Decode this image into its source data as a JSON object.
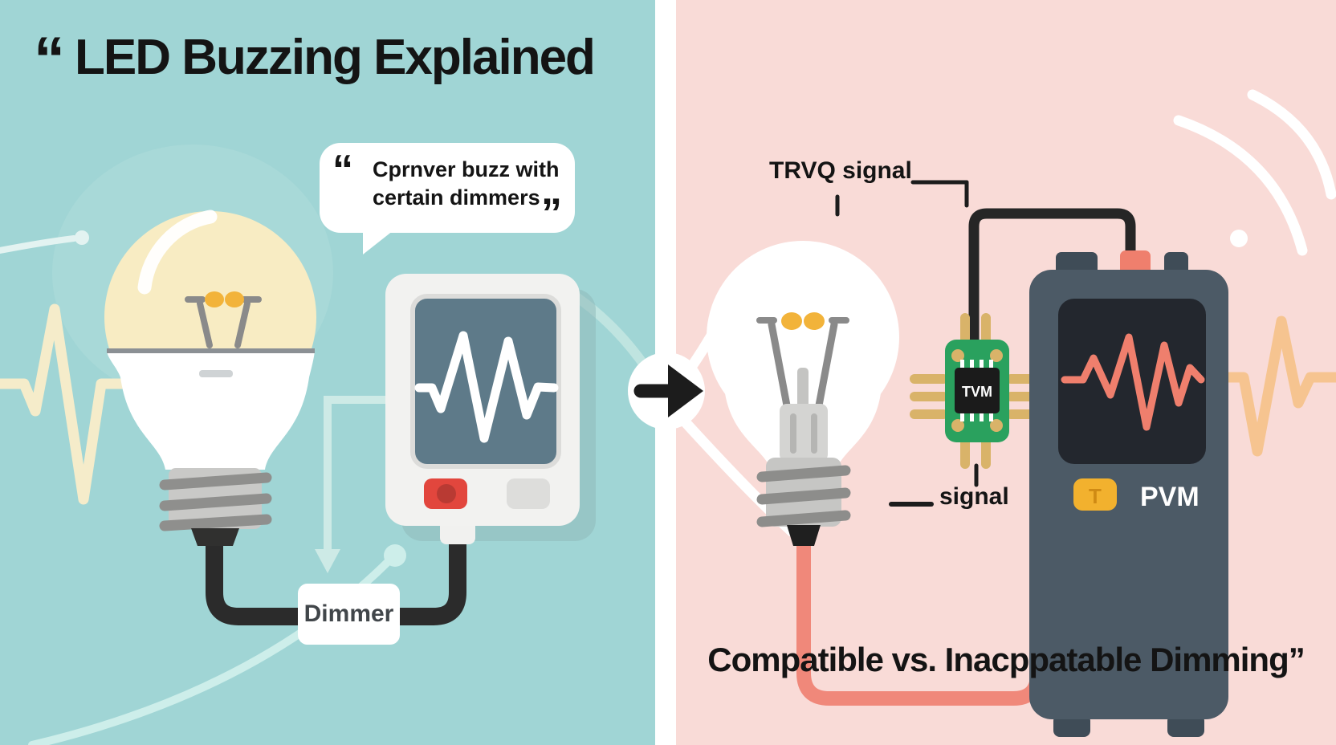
{
  "left_panel": {
    "title_quote": "“",
    "title": "LED Buzzing Explained",
    "speech_bubble": {
      "open_quote": "“",
      "line1": "Cprnver buzz with",
      "line2": "certain dimmers",
      "close_quote": "”"
    },
    "dimmer_label": "Dimmer"
  },
  "divider": {
    "arrow_icon": "arrow-right-icon"
  },
  "right_panel": {
    "signal_top_label": "TRVQ signal",
    "chip_label": "TVM",
    "signal_bottom_label": "signal",
    "device_button_glyph": "T",
    "device_label": "PVM",
    "caption": "Compatible vs. Inacppatable Dimming”"
  },
  "colors": {
    "left_background": "#a0d5d5",
    "right_background": "#f9dbd7",
    "divider": "#ffffff",
    "title_text": "#141414",
    "wire_black": "#2b2b2b",
    "wire_salmon": "#f0887a",
    "dimmer_screen": "#5e7a89",
    "dimmer_red_button": "#e2463d",
    "chip_green": "#2aa15e",
    "chip_pin_gold": "#d9b369",
    "scope_body": "#4c5a66",
    "scope_screen": "#23272e",
    "scope_waveform": "#ef7f6d",
    "scope_button_yellow": "#f2b12e",
    "bulb_warm_glow": "#f8ecc3",
    "filament_dot_yellow": "#f2b33a",
    "left_waveform_cream": "#f5ecca",
    "right_waveform_orange": "#f6c490"
  }
}
